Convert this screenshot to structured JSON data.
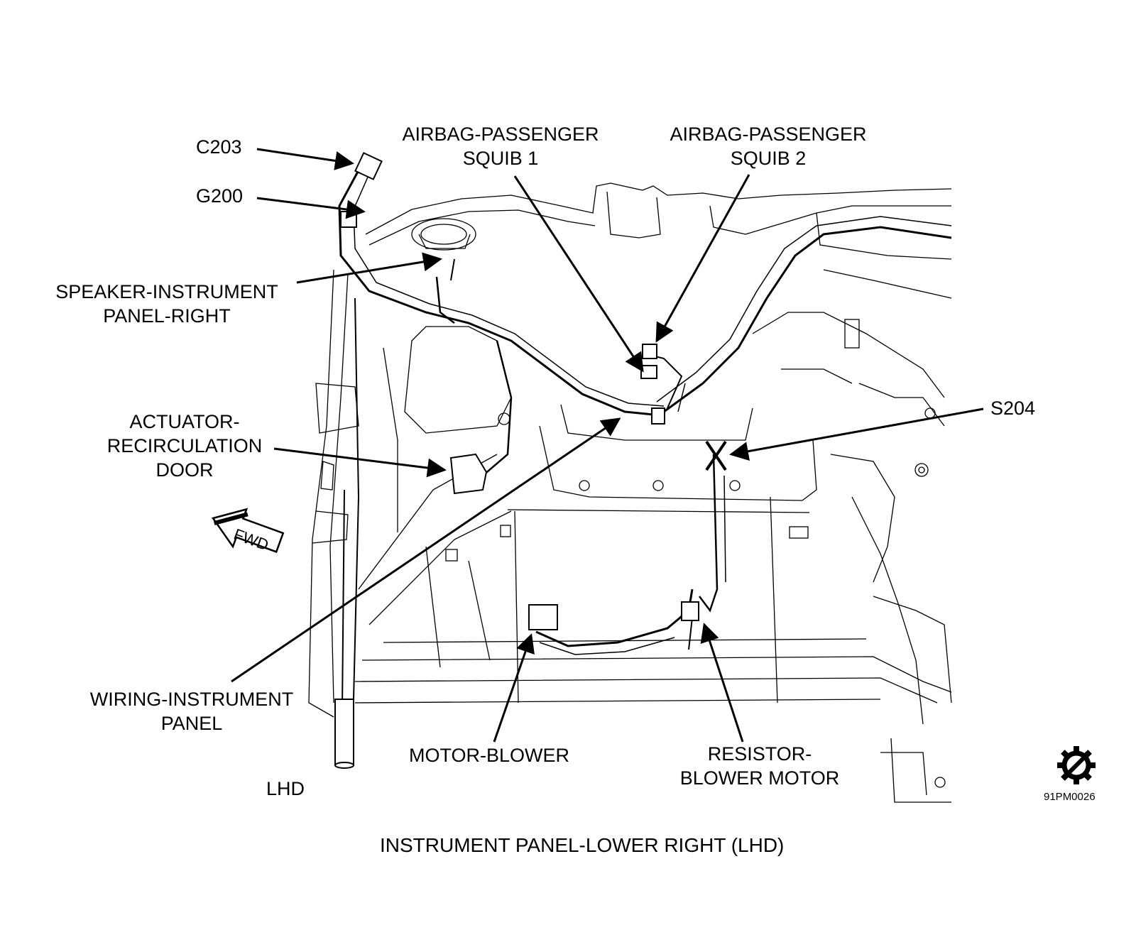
{
  "callouts": {
    "c203": "C203",
    "g200": "G200",
    "speaker_line1": "SPEAKER-INSTRUMENT",
    "speaker_line2": "PANEL-RIGHT",
    "airbag1_line1": "AIRBAG-PASSENGER",
    "airbag1_line2": "SQUIB 1",
    "airbag2_line1": "AIRBAG-PASSENGER",
    "airbag2_line2": "SQUIB 2",
    "s204": "S204",
    "actuator_line1": "ACTUATOR-",
    "actuator_line2": "RECIRCULATION",
    "actuator_line3": "DOOR",
    "fwd": "FWD",
    "wiring_line1": "WIRING-INSTRUMENT",
    "wiring_line2": "PANEL",
    "motor_blower": "MOTOR-BLOWER",
    "resistor_line1": "RESISTOR-",
    "resistor_line2": "BLOWER MOTOR",
    "lhd": "LHD"
  },
  "figure_code": "91PM0026",
  "caption": "INSTRUMENT PANEL-LOWER RIGHT (LHD)",
  "symbols": {
    "logo": "gear-slash-icon"
  }
}
